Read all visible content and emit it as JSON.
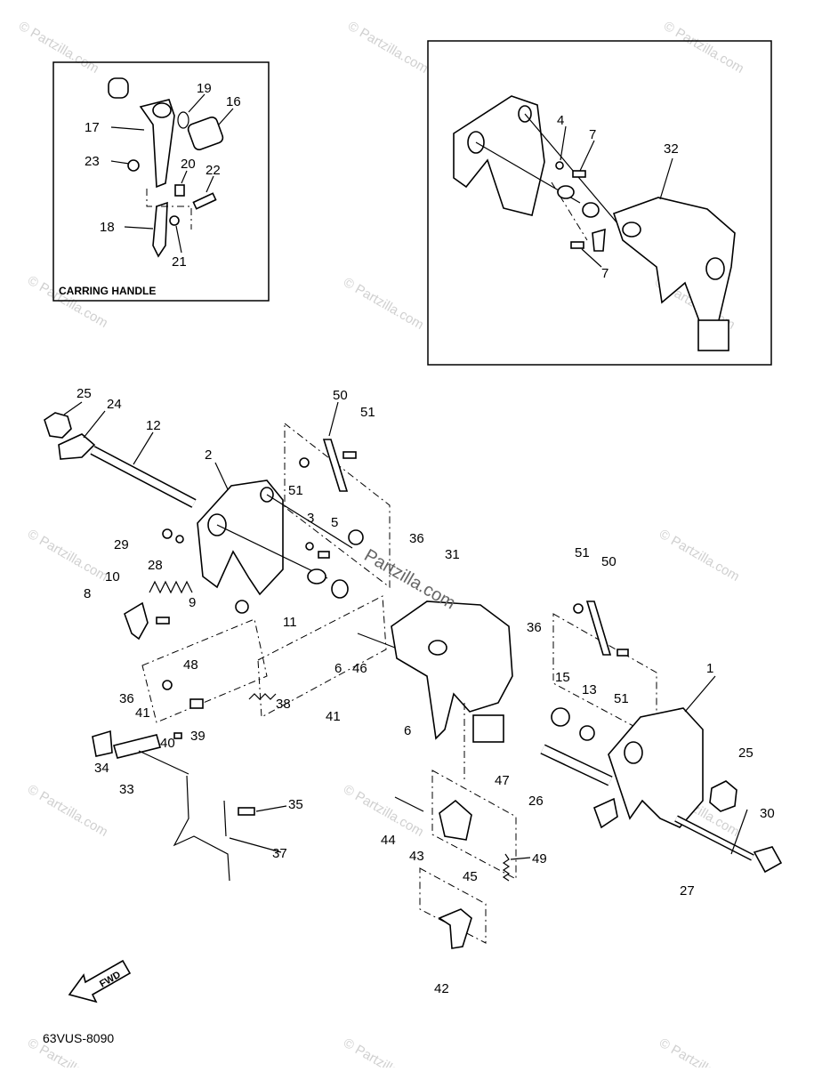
{
  "inset_carrying": {
    "title": "CARRING HANDLE",
    "labels": [
      "19",
      "16",
      "17",
      "23",
      "20",
      "22",
      "18",
      "21"
    ]
  },
  "inset_bracket": {
    "labels": [
      "4",
      "7",
      "32",
      "7"
    ]
  },
  "main_labels": [
    "25",
    "24",
    "12",
    "2",
    "50",
    "51",
    "51",
    "3",
    "5",
    "29",
    "28",
    "36",
    "31",
    "10",
    "8",
    "9",
    "11",
    "6",
    "46",
    "48",
    "36",
    "41",
    "40",
    "39",
    "38",
    "41",
    "6",
    "51",
    "50",
    "36",
    "1",
    "15",
    "13",
    "51",
    "34",
    "33",
    "47",
    "26",
    "25",
    "30",
    "35",
    "37",
    "44",
    "43",
    "45",
    "49",
    "27",
    "42"
  ],
  "direction_arrow": {
    "label": "FWD"
  },
  "diagram_code": "63VUS-8090",
  "watermarks": {
    "site": "© Partzilla.com",
    "inline": "Partzilla.com"
  }
}
